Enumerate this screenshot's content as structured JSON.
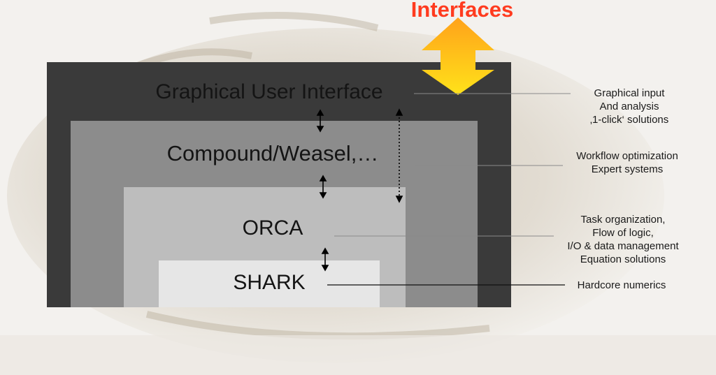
{
  "header": {
    "title": "Interfaces",
    "title_color": "#ff3b1f"
  },
  "layers": [
    {
      "id": "gui",
      "label": "Graphical User Interface",
      "color": "#3a3a3a"
    },
    {
      "id": "compound",
      "label": "Compound/Weasel,…",
      "color": "#8c8c8c"
    },
    {
      "id": "orca",
      "label": "ORCA",
      "color": "#bdbdbd"
    },
    {
      "id": "shark",
      "label": "SHARK",
      "color": "#e6e6e6"
    }
  ],
  "descriptions": {
    "gui": [
      "Graphical input",
      "And analysis",
      "‚1-click‘ solutions"
    ],
    "compound": [
      "Workflow optimization",
      "Expert systems"
    ],
    "orca": [
      "Task organization,",
      "Flow of logic,",
      "I/O &  data management",
      "Equation solutions"
    ],
    "shark": [
      "Hardcore numerics"
    ]
  },
  "colors": {
    "arrow_top": "#ffa21a",
    "arrow_bottom": "#ffe21a"
  }
}
